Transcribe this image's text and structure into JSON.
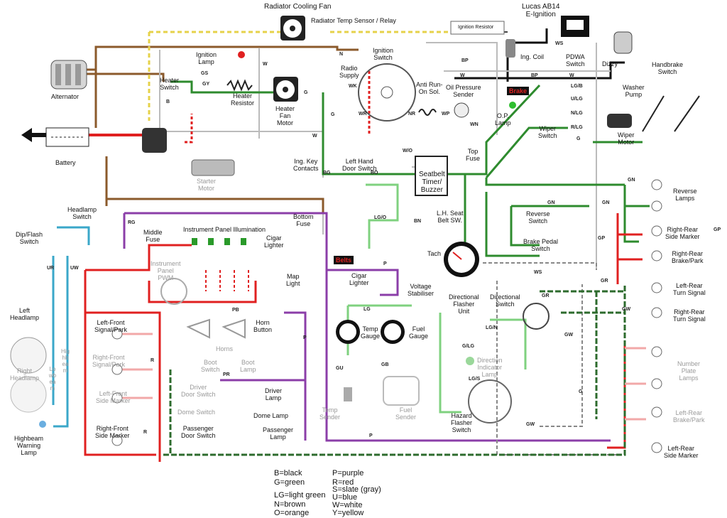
{
  "components": {
    "radiator_fan": "Radiator Cooling Fan",
    "radiator_sensor": "Radiator Temp Sensor / Relay",
    "lucas": "Lucas AB14\nE-Ignition",
    "ignition_resistor": "Ignition Resistor",
    "ignition_lamp": "Ignition\nLamp",
    "ignition_switch": "Ignition\nSwitch",
    "alternator": "Alternator",
    "heater_switch": "Heater\nSwitch",
    "heater_resistor": "Heater\nResistor",
    "heater_fan_motor": "Heater\nFan\nMotor",
    "radio_supply": "Radio\nSupply",
    "anti_run_on": "Anti Run-\nOn Sol.",
    "oil_pressure": "Oil Pressure\nSender",
    "ing_coil": "Ing. Coil",
    "pdwa": "PDWA\nSwitch",
    "dizzy": "Dizzy",
    "handbrake": "Handbrake\nSwitch",
    "washer_pump": "Washer\nPump",
    "brake_tag": "Brake",
    "op_lamp": "O.P.\nLamp",
    "wiper_switch": "Wiper\nSwitch",
    "wiper_motor": "Wiper\nMotor",
    "battery": "Battery",
    "starter_motor": "Starter\nMotor",
    "ing_key_contacts": "Ing. Key\nContacts",
    "left_hand_door": "Left Hand\nDoor Switch",
    "seatbelt_timer": "Seatbelt\nTimer/\nBuzzer",
    "top_fuse": "Top\nFuse",
    "reverse_lamps": "Reverse\nLamps",
    "headlamp_switch": "Headlamp\nSwitch",
    "bottom_fuse": "Bottom\nFuse",
    "lh_seatbelt": "L.H. Seat\nBelt SW.",
    "reverse_switch": "Reverse\nSwitch",
    "right_rear_side_marker": "Right-Rear\nSide Marker",
    "dip_flash": "Dip/Flash\nSwitch",
    "middle_fuse": "Middle\nFuse",
    "instrument_panel_illumination": "Instrument Panel Illumination",
    "cigar_lighter_top": "Cigar\nLighter",
    "brake_pedal_switch": "Brake Pedal\nSwitch",
    "right_rear_brake": "Right-Rear\nBrake/Park",
    "instrument_pwm": "Instrument\nPanel\nPWM",
    "belts_tag": "Belts",
    "tach": "Tach",
    "cigar_lighter": "Cigar\nLighter",
    "map_light": "Map\nLight",
    "voltage_stabiliser": "Voltage\nStabiliser",
    "left_rear_turn": "Left-Rear\nTurn Signal",
    "directional_flasher": "Directional\nFlasher\nUnit",
    "directional_switch": "Directional\nSwitch",
    "left_headlamp": "Left\nHeadlamp",
    "right_rear_turn": "Right-Rear\nTurn Signal",
    "left_front_signal": "Left-Front\nSignal/Park",
    "horn_button": "Horn\nButton",
    "horns": "Horns",
    "temp_gauge": "Temp\nGauge",
    "fuel_gauge": "Fuel\nGauge",
    "right_front_signal": "Right-Front\nSignal/Park",
    "boot_switch": "Boot\nSwitch",
    "boot_lamp": "Boot\nLamp",
    "direction_indicator_lamp": "Direction\nIndicator\nLamp",
    "number_plate_lamps": "Number\nPlate\nLamps",
    "right_headlamp": "Right\nHeadlamp",
    "lowbeam": "Lowbeam",
    "highbeam": "Highbeam",
    "driver_door_switch": "Driver\nDoor Switch",
    "driver_lamp": "Driver\nLamp",
    "left_front_side_marker": "Left-Front\nSide Marker",
    "dome_switch": "Dome Switch",
    "dome_lamp": "Dome Lamp",
    "temp_sender": "Temp\nSender",
    "fuel_sender": "Fuel\nSender",
    "hazard_flasher": "Hazard\nFlasher\nSwitch",
    "left_rear_brake": "Left-Rear\nBrake/Park",
    "passenger_door_switch": "Passenger\nDoor Switch",
    "passenger_lamp": "Passenger\nLamp",
    "right_front_side_marker": "Right-Front\nSide Marker",
    "highbeam_warning": "Highbeam\nWarning\nLamp",
    "left_rear_side_marker": "Left-Rear\nSide Marker"
  },
  "wire_codes": {
    "w1": "W",
    "n1": "N",
    "bp1": "BP",
    "w2": "W",
    "ws1": "WS",
    "gs": "GS",
    "gy": "GY",
    "g1": "G",
    "g2": "G",
    "wk": "WK",
    "wr": "WR",
    "nr": "NR",
    "wp": "WP",
    "wn": "WN",
    "bp2": "BP",
    "w3": "W",
    "lgb": "LG/B",
    "ulg": "U/LG",
    "nlg": "N/LG",
    "rlg": "R/LG",
    "g3": "G",
    "w4": "W",
    "wo": "W/O",
    "bg": "BG",
    "bo": "BO",
    "gn1": "GN",
    "gn2": "GN",
    "gn3": "GN",
    "rg": "RG",
    "lgo": "LG/O",
    "bn": "BN",
    "gp1": "GP",
    "gp2": "GP",
    "ur": "UR",
    "uw": "UW",
    "ws2": "WS",
    "p1": "P",
    "p2": "P",
    "gr1": "GR",
    "gr2": "GR",
    "gw1": "GW",
    "gw2": "GW",
    "pb": "PB",
    "lg": "LG",
    "lgn": "LG/N",
    "glg": "G/LG",
    "lgs": "LG/S",
    "gu": "GU",
    "gb": "GB",
    "pr": "PR",
    "r1": "R",
    "r2": "R",
    "gw3": "GW",
    "p3": "P",
    "g4": "G",
    "b": "B"
  },
  "legend": {
    "col1": [
      "B=black",
      "G=green",
      "",
      "LG=light green",
      "N=brown",
      "O=orange"
    ],
    "col2": [
      "P=purple",
      "R=red",
      "S=slate (gray)",
      "U=blue",
      "W=white",
      "Y=yellow"
    ]
  }
}
